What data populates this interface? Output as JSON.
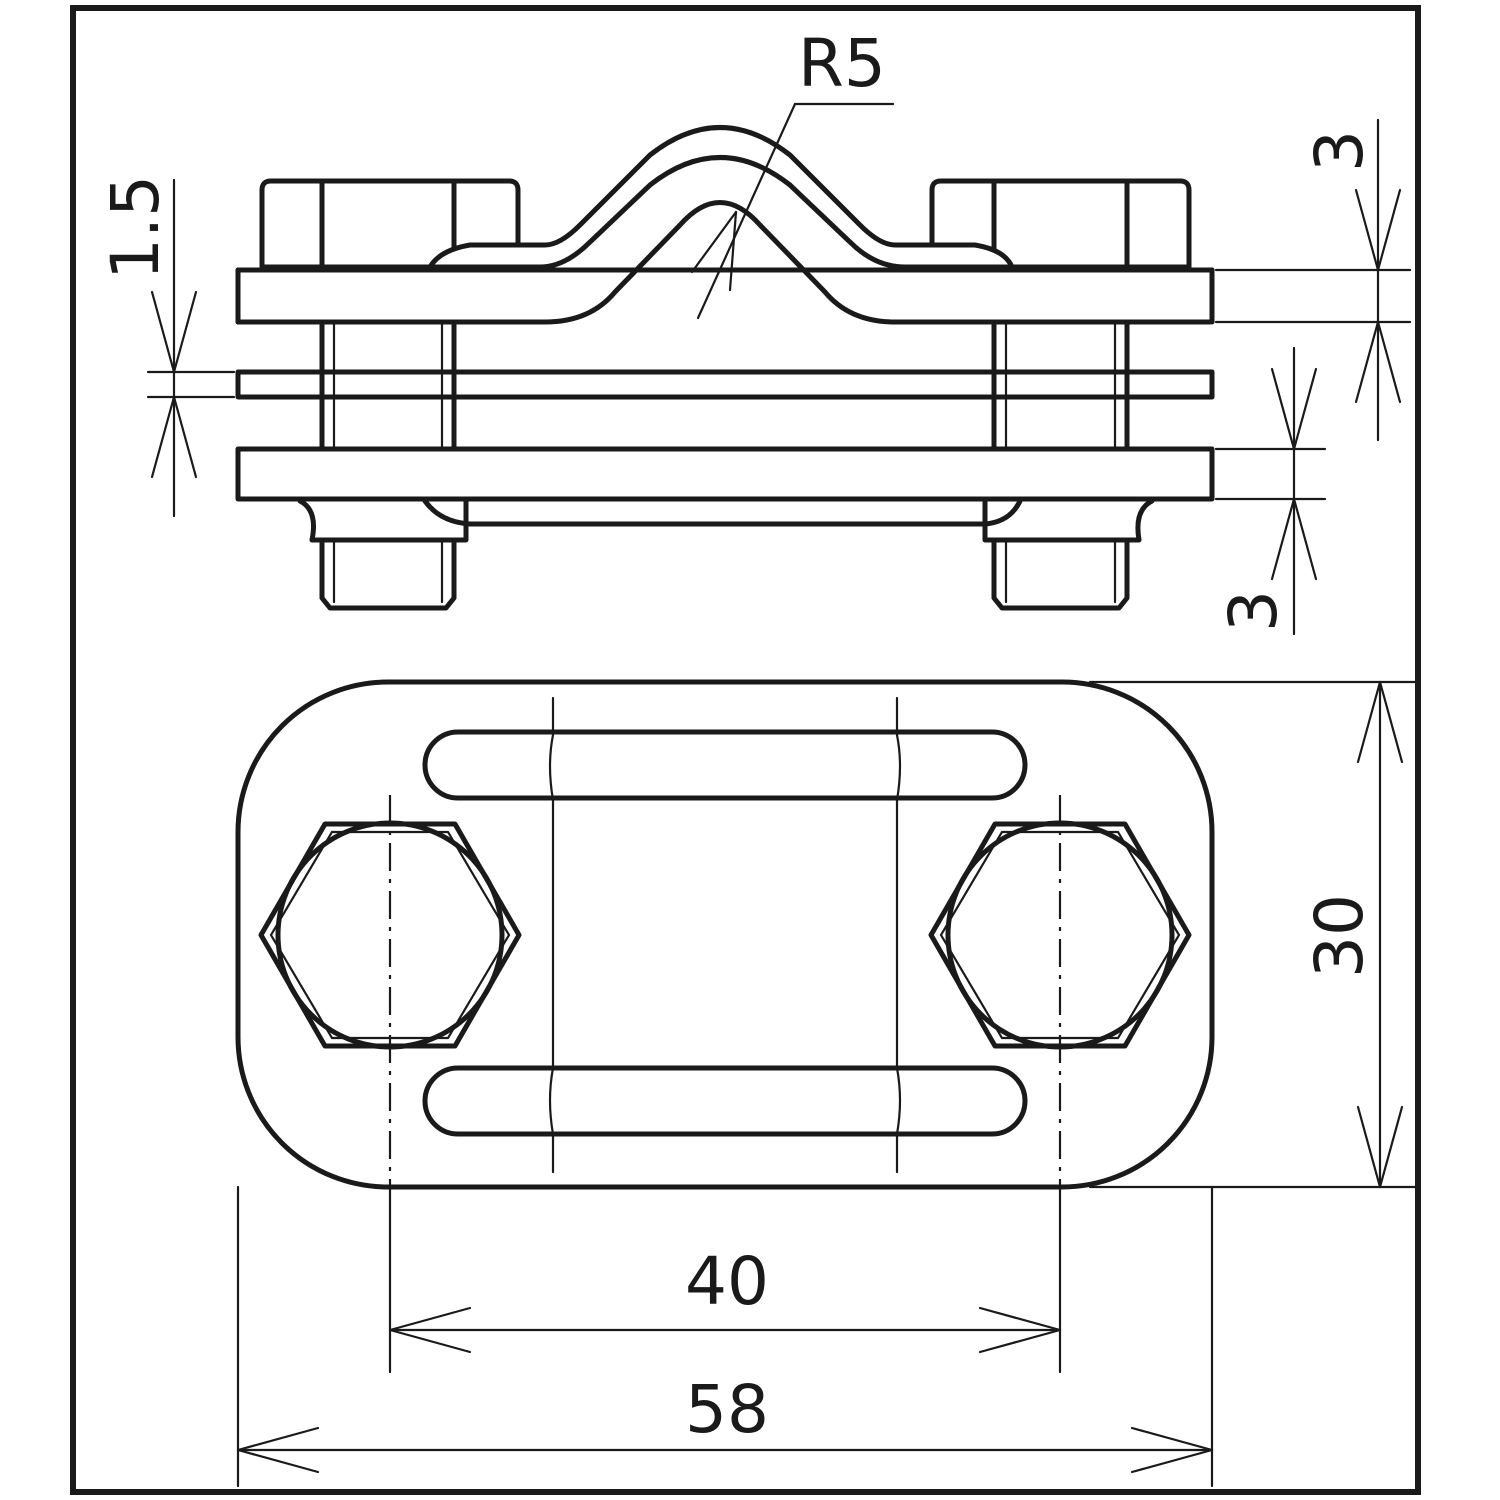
{
  "dimensions": {
    "radius": "R5",
    "top_plate_thickness": "3",
    "middle_plate_thickness": "1.5",
    "bottom_plate_thickness": "3",
    "height": "30",
    "bolt_spacing": "40",
    "overall_width": "58"
  }
}
